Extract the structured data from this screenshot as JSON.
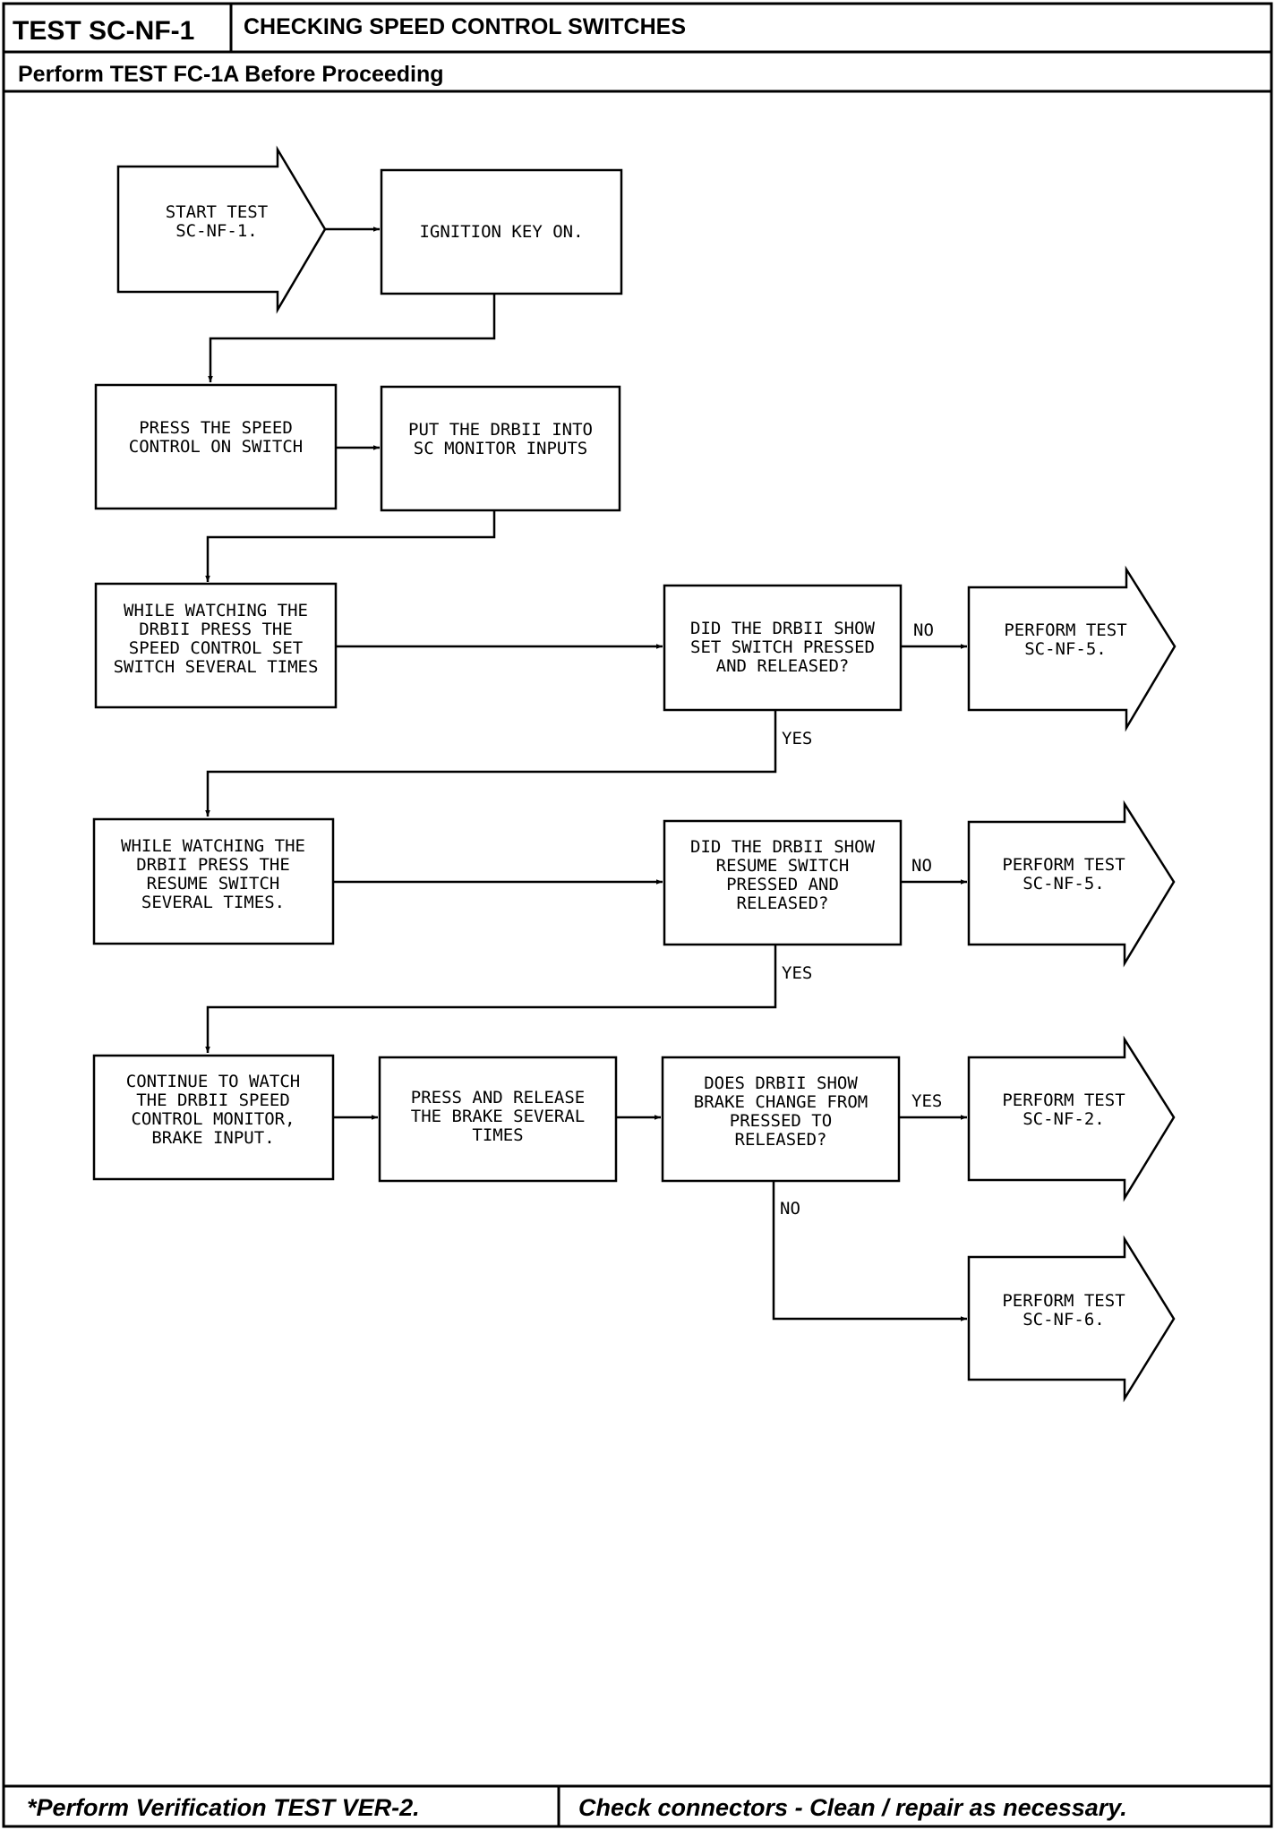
{
  "header": {
    "test_id": "TEST SC-NF-1",
    "title": "CHECKING SPEED CONTROL SWITCHES",
    "subtitle": "Perform TEST FC-1A Before Proceeding"
  },
  "footer": {
    "left": "*Perform Verification TEST VER-2.",
    "right": "Check connectors - Clean / repair as necessary."
  },
  "flowchart": {
    "start": [
      "START TEST",
      "SC-NF-1."
    ],
    "ignition": [
      "IGNITION KEY ON."
    ],
    "press_on": [
      "PRESS THE SPEED",
      "CONTROL ON SWITCH"
    ],
    "drbii_monitor": [
      "PUT THE DRBII INTO",
      "SC MONITOR INPUTS"
    ],
    "watch_set": [
      "WHILE WATCHING THE",
      "DRBII PRESS THE",
      "SPEED CONTROL SET",
      "SWITCH SEVERAL TIMES"
    ],
    "q_set": [
      "DID THE DRBII SHOW",
      "SET SWITCH PRESSED",
      "AND RELEASED?"
    ],
    "r_set_no": [
      "PERFORM TEST",
      "SC-NF-5."
    ],
    "watch_resume": [
      "WHILE WATCHING THE",
      "DRBII PRESS THE",
      "RESUME SWITCH",
      "SEVERAL TIMES."
    ],
    "q_resume": [
      "DID THE DRBII SHOW",
      "RESUME SWITCH",
      "PRESSED AND",
      "RELEASED?"
    ],
    "r_resume_no": [
      "PERFORM TEST",
      "SC-NF-5."
    ],
    "watch_brake": [
      "CONTINUE TO WATCH",
      "THE DRBII SPEED",
      "CONTROL MONITOR,",
      "BRAKE INPUT."
    ],
    "press_brake": [
      "PRESS AND RELEASE",
      "THE BRAKE SEVERAL",
      "TIMES"
    ],
    "q_brake": [
      "DOES DRBII SHOW",
      "BRAKE CHANGE FROM",
      "PRESSED TO",
      "RELEASED?"
    ],
    "r_brake_yes": [
      "PERFORM TEST",
      "SC-NF-2."
    ],
    "r_brake_no": [
      "PERFORM TEST",
      "SC-NF-6."
    ],
    "labels": {
      "no": "NO",
      "yes": "YES"
    }
  }
}
